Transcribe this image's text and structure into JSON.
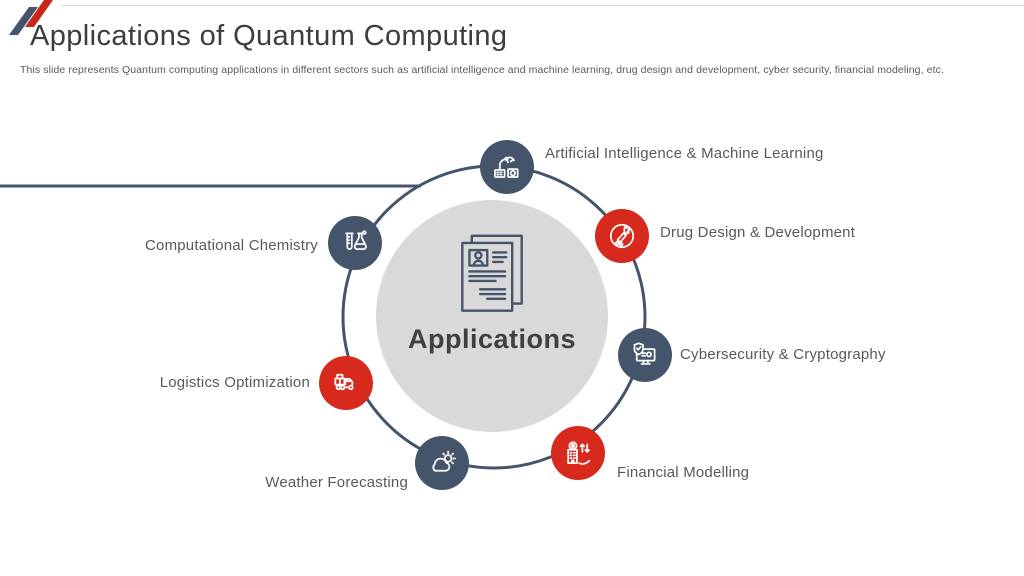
{
  "slide": {
    "title": "Applications of Quantum Computing",
    "subtitle": "This slide represents Quantum computing applications in different sectors such as artificial intelligence and machine learning, drug design and development, cyber security, financial modeling, etc.",
    "center_label": "Applications",
    "center_icon": "document-profile-icon"
  },
  "colors": {
    "navy": "#44546a",
    "red": "#d7291d",
    "center_circle_gray": "#d9d9d9",
    "label_gray": "#595959",
    "title_gray": "#3d3d3d"
  },
  "nodes": [
    {
      "label": "Artificial Intelligence & Machine Learning",
      "icon": "robotic-arm-icon",
      "color": "navy"
    },
    {
      "label": "Drug Design & Development",
      "icon": "drug-syringe-icon",
      "color": "red"
    },
    {
      "label": "Cybersecurity & Cryptography",
      "icon": "shield-monitor-icon",
      "color": "navy"
    },
    {
      "label": "Financial Modelling",
      "icon": "finance-arrows-icon",
      "color": "red"
    },
    {
      "label": "Weather Forecasting",
      "icon": "cloud-sun-icon",
      "color": "navy"
    },
    {
      "label": "Logistics Optimization",
      "icon": "delivery-truck-icon",
      "color": "red"
    },
    {
      "label": "Computational Chemistry",
      "icon": "lab-flask-icon",
      "color": "navy"
    }
  ]
}
